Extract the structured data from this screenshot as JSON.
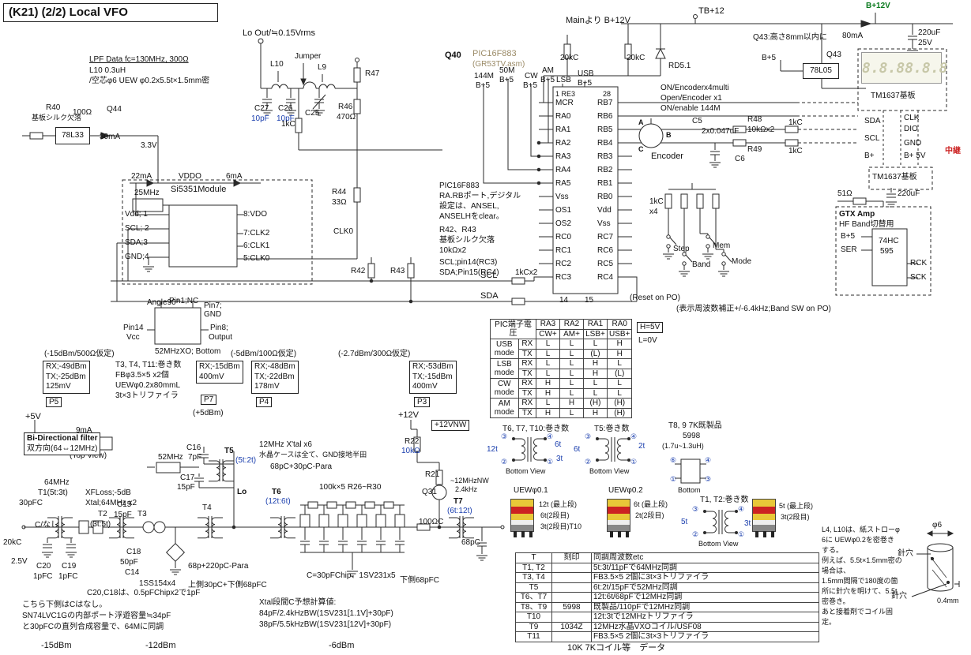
{
  "title": "(K21) (2/2) Local VFO",
  "lpf": {
    "lo_out": "Lo Out/≒0.15Vrms",
    "d1": "LPF Data fc=130MHz, 300Ω",
    "d2": "L10  0.3uH",
    "d3": "/空芯φ6 UEW φ0.2x5.5t×1.5mm密",
    "jumper": "Jumper",
    "l10": "L10",
    "l9": "L9",
    "r47": "R47",
    "r46": "R46",
    "r46v": "470Ω",
    "c27": "C27",
    "c27v": "10pF",
    "c26": "C26",
    "c26v": "10pF",
    "c25": "C25",
    "k1": "1kC"
  },
  "reg": {
    "r40": "R40",
    "r40n": "基板シルク欠落",
    "r40v": "100Ω",
    "q44": "Q44",
    "ic": "78L33",
    "i": "30mA",
    "v": "3.3V"
  },
  "si": {
    "i1": "22mA",
    "vddo": "VDDO",
    "i2": "6mA",
    "name": "Si5351Module",
    "xtal": "25MHz",
    "p1": "Vdd; 1",
    "p2": "SCL; 2",
    "p3": "SDA;3",
    "p4": "GND;4",
    "p8": "8:VDO",
    "p7": "7:CLK2",
    "p6": "6:CLK1",
    "p5": "5:CLK0",
    "r44": "R44",
    "r44v": "33Ω",
    "clk0": "CLK0"
  },
  "pic": {
    "q40": "Q40",
    "name": "PIC16F883",
    "asm": "(GR53TV.asm)",
    "pin1": "1 RE3",
    "pin28": "28",
    "left": [
      "MCR",
      "RA0",
      "RA1",
      "RA2",
      "RA3",
      "RA4",
      "RA5",
      "Vss",
      "OS1",
      "OS2",
      "RC0",
      "RC1",
      "RC2",
      "RC3"
    ],
    "right": [
      "RB7",
      "RB6",
      "RB5",
      "RB4",
      "RB3",
      "RB2",
      "RB1",
      "RB0",
      "Vdd",
      "Vss",
      "RC7",
      "RC6",
      "RC5",
      "RC4"
    ],
    "rails": [
      {
        "a": "144M",
        "b": "B+5"
      },
      {
        "a": "50M",
        "b": "B+5"
      },
      {
        "a": "CW",
        "b": "B+5"
      },
      {
        "a": "AM",
        "b": "B+5"
      },
      {
        "a": "LSB",
        "b": ""
      },
      {
        "a": "USB",
        "b": "B+5"
      }
    ],
    "n1": "PIC16F883",
    "n2": "RA.RBポート,デジタル",
    "n3": "設定は、ANSEL,",
    "n4": "ANSELHをclear。",
    "r1": "R42、R43",
    "r2": "基板シルク欠落",
    "r3": "10kΩx2",
    "n5": "SCL;pin14(RC3)",
    "n6": "SDA;Pin15(RC4)",
    "r42": "R42",
    "r43": "R43",
    "scl": "SCL",
    "sda": "SDA",
    "p14": "14",
    "p15": "15",
    "k20a": "20kC",
    "k20b": "20kC",
    "rd": "RD5.1",
    "kx2": "1kCx2"
  },
  "pw": {
    "main": "Mainより B+12V",
    "tb": "TB+12",
    "b12": "B+12V",
    "i": "80mA",
    "c": "220uF",
    "cv": "25V",
    "q43n": "Q43:高さ8mm以内に",
    "b5": "B+5",
    "q43": "Q43",
    "ic": "78L05"
  },
  "enc": {
    "n1": "ON/Encoderx4multi",
    "n2": "Open/Encoder x1",
    "n3": "ON/enable 144M",
    "c5": "C5",
    "c5v": "2x0.047uF",
    "r48": "R48",
    "r48v": "10kΩx2",
    "r49": "R49",
    "c6": "C6",
    "name": "Encoder",
    "a": "A",
    "b": "B",
    "c": "C",
    "k1": "1kC",
    "k2": "1kC",
    "k3": "1kC",
    "x4": "x4"
  },
  "sw": {
    "step": "Step",
    "mem": "Mem",
    "band": "Band",
    "mode": "Mode",
    "reset": "(Reset on PO)",
    "note": "(表示周波数補正+/-6.4kHz;Band SW on PO)"
  },
  "dp": {
    "d1": "8.8.8",
    "d2": "8.8.8",
    "b1": "TM1637基板",
    "clk": "CLK",
    "dio": "DIO",
    "gnd": "GND",
    "sda": "SDA",
    "scl": "SCL",
    "b5": "B+ 5V",
    "bp": "B+",
    "relay": "中継",
    "b2": "TM1637基板",
    "c": "220uF",
    "r51": "51Ω"
  },
  "gtx": {
    "t1": "GTX Amp",
    "t2": "HF Band切替用",
    "ic1": "74HC",
    "ic2": "595",
    "b5": "B+5",
    "ser": "SER",
    "rck": "RCK",
    "sck": "SCK"
  },
  "mt": {
    "title": "PIC端子電圧",
    "cols": [
      "RA3",
      "RA2",
      "RA1",
      "RA0"
    ],
    "cols2": [
      "CW+",
      "AM+",
      "LSB+",
      "USB+"
    ],
    "h": "H=5V",
    "l": "L=0V",
    "modes": [
      {
        "l1": "USB",
        "l2": "mode"
      },
      {
        "l1": "LSB",
        "l2": "mode"
      },
      {
        "l1": "CW",
        "l2": "mode"
      },
      {
        "l1": "AM",
        "l2": "mode"
      }
    ],
    "rows": [
      {
        "d": "RX",
        "c0": "L",
        "c1": "L",
        "c2": "L",
        "c3": "H"
      },
      {
        "d": "TX",
        "c0": "L",
        "c1": "L",
        "c2": "(L)",
        "c3": "H"
      },
      {
        "d": "RX",
        "c0": "L",
        "c1": "L",
        "c2": "H",
        "c3": "L"
      },
      {
        "d": "TX",
        "c0": "L",
        "c1": "L",
        "c2": "H",
        "c3": "(L)"
      },
      {
        "d": "RX",
        "c0": "H",
        "c1": "L",
        "c2": "L",
        "c3": "L"
      },
      {
        "d": "TX",
        "c0": "H",
        "c1": "L",
        "c2": "L",
        "c3": "L"
      },
      {
        "d": "RX",
        "c0": "L",
        "c1": "H",
        "c2": "(H)",
        "c3": "(H)"
      },
      {
        "d": "TX",
        "c0": "H",
        "c1": "L",
        "c2": "H",
        "c3": "(H)"
      }
    ]
  },
  "lv": {
    "a1": "(-15dBm/500Ω仮定)",
    "a2": "(-5dBm/100Ω仮定)",
    "a3": "(-2.7dBm/300Ω仮定)",
    "p5a": "RX;-49dBm",
    "p5b": "TX;-25dBm",
    "p5c": "125mV",
    "p5": "P5",
    "w1": "T3, T4, T11:巻き数",
    "w2": "FBφ3.5×5  x2個",
    "w3": "UEWφ0.2x80mmL",
    "w4": "3t×3トリファイラ",
    "p7a": "RX;-15dBm",
    "p7b": "400mV",
    "p7": "P7",
    "p4a": "RX;-48dBm",
    "p4b": "TX;-22dBm",
    "p4c": "178mV",
    "p4": "P4",
    "p3a": "RX;-53dBm",
    "p3b": "TX;-15dBm",
    "p3c": "400mV",
    "p3": "P3",
    "plus5": "(+5dBm)",
    "v5": "+5V",
    "v12": "+12V",
    "i9": "9mA",
    "tv": "(Top View)",
    "nw": "+12VNW"
  },
  "xo": {
    "angle": "Angle90°",
    "p1": "Pin1;NC",
    "p7a": "Pin7;",
    "p7b": "GND",
    "p14a": "Pin14",
    "p14b": "Vcc",
    "p8a": "Pin8;",
    "p8b": "Output",
    "bottom": "52MHzXO; Bottom"
  },
  "fl": {
    "t1": "Bi-Directional filter",
    "t2": "双方向(64⇔12MHz)",
    "f64": "64MHz",
    "tr1": "T1(5t:3t)",
    "c30": "30pFC",
    "xf1": "XFLoss;-5dB",
    "xf2": "Xtal;64MHz x2",
    "k20": "20kC",
    "cn": "C/なし",
    "v25": "2.5V",
    "c20": "C20",
    "c19": "C19",
    "c20v": "1pFC",
    "c19v": "1pFC",
    "tr2": "T2",
    "tr2w": "(3t:5t)",
    "c15": "C15",
    "c15v": "15pF",
    "tr3": "T3",
    "c18": "C18",
    "c18v": "50pF",
    "c14": "C14",
    "dd": "1SS154x4",
    "cp1": "68p+220pC-Para",
    "cn1": "上側30pC+下側68pFC",
    "tr4": "T4",
    "lo": "Lo",
    "tr5": "T5",
    "tr5w": "(5t:2t)",
    "c16": "C16",
    "c16v": "7pF",
    "c17": "C17",
    "c17v": "15pF",
    "x52": "52MHz",
    "x12a": "12MHz X'tal x6",
    "x12b": "水晶ケースは全て、GND接地半田",
    "cp2": "68pC+30pC-Para",
    "tr6": "T6",
    "tr6w": "(12t:6t)",
    "r26": "100k×5 R26~R30",
    "cn2": "C=30pFChip、1SV231x5",
    "cn3": "下側68pFC",
    "tr7": "T7",
    "tr7w": "(6t:12t)",
    "c100": "100ΩC",
    "c68": "68pC",
    "r22": "R22",
    "r22v": "10kΩ",
    "r21": "R21",
    "q31": "Q31",
    "nw1": "~12MHzNW",
    "nw2": "2.4kHz",
    "db15": "-15dBm",
    "db12": "-12dBm",
    "db6": "-6dBm"
  },
  "nt": {
    "n1": "C20,C18は、0.5pFChipx2で1pF",
    "n2": "こちら下側はCはなし。",
    "n3": "SN74LVC1Gの内部ポート浮遊容量≒34pF",
    "n4": "と30pFCの直列合成容量で、64Mに同調",
    "x1": "Xtal段間C予想計算値:",
    "x2": "84pF/2.4kHzBW(1SV231[1.1V]+30pF)",
    "x3": "38pF/5.5kHzBW(1SV231[12V]+30pF)"
  },
  "wd": {
    "t6t": "T6, T7, T10:巻き数",
    "t6l": "12t",
    "t6r1": "6t",
    "t6r2": "3t",
    "bv1": "Bottom View",
    "t5t": "T5:巻き数",
    "t5l": "6t",
    "t5r": "2t",
    "bv2": "Bottom View",
    "t8t": "T8, 9 7K既製品",
    "t8n": "5998",
    "t8v": "(1.7u~1.3uH)",
    "t8b": "Bottom",
    "u1": "UEWφ0.1",
    "u1a": "12t (最上段)",
    "u1b": "6t(2段目)",
    "u1c": "3t(2段目)T10",
    "u2": "UEWφ0.2",
    "u2a": "6t (最上段)",
    "u2b": "2t(2段目)",
    "t1t": "T1, T2:巻き数",
    "t1l": "5t",
    "t1r": "3t",
    "bv3": "Bottom View",
    "b3a": "5t (最上段)",
    "b3b": "3t(2段目)",
    "c1": "①",
    "c2": "②",
    "c3": "③",
    "c4": "④",
    "c6": "⑥"
  },
  "ct": {
    "h0": "T",
    "h1": "刻印",
    "h2": "同調周波数etc",
    "rows": [
      [
        "T1, T2",
        "",
        "5t:3t/11pFで64MHz同調"
      ],
      [
        "T3, T4",
        "",
        "FB3.5×5 2個に3t×3トリファイラ"
      ],
      [
        "T5",
        "",
        "6t:2t/15pFで52MHz同調"
      ],
      [
        "T6、T7",
        "",
        "12t:6t/68pFで12MHz同調"
      ],
      [
        "T8、T9",
        "5998",
        "既製品/110pFで12MHz同調"
      ],
      [
        "T10",
        "",
        "12t:3tで12MHzトリファイラ"
      ],
      [
        "T9",
        "1034Z",
        "12MHz水晶VXOコイル/USF08"
      ],
      [
        "T11",
        "",
        "FB3.5×5 2個に3t×3トリファイラ"
      ]
    ],
    "footer": "10K 7Kコイル等　データ"
  },
  "l4": [
    "L4, L10は、紙ストローφ",
    "6に  UEWφ0.2を密巻き",
    "する。",
    "例えば、5.5t×1.5mm密の",
    "場合は、",
    "1.5mm間隔で180度の箇",
    "所に針穴を明けて、5.5t",
    "密巻き。",
    "あと接着剤でコイル固",
    "定。"
  ],
  "coil": {
    "d": "φ6",
    "h1": "針穴",
    "h2": "針穴",
    "w": "0.4mm"
  }
}
